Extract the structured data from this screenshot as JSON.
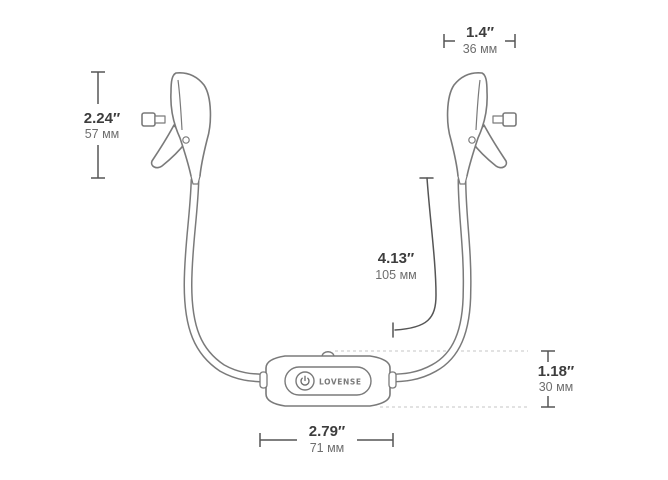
{
  "dimensions": {
    "clamp_height": {
      "imperial": "2.24″",
      "metric": "57 мм"
    },
    "clamp_width": {
      "imperial": "1.4″",
      "metric": "36 мм"
    },
    "cord_length": {
      "imperial": "4.13″",
      "metric": "105 мм"
    },
    "controller_height": {
      "imperial": "1.18″",
      "metric": "30 мм"
    },
    "controller_width": {
      "imperial": "2.79″",
      "metric": "71 мм"
    }
  },
  "brand": {
    "logo_text": "LOVENSE"
  },
  "colors": {
    "outline": "#7a7a7a",
    "fill": "#ffffff",
    "dim_text_main": "#3d3d3d",
    "dim_text_sub": "#6e6e6e",
    "dim_line": "#555555",
    "dashed_guide": "#c4c4c4"
  },
  "icons": {
    "power_button": "power-icon"
  }
}
